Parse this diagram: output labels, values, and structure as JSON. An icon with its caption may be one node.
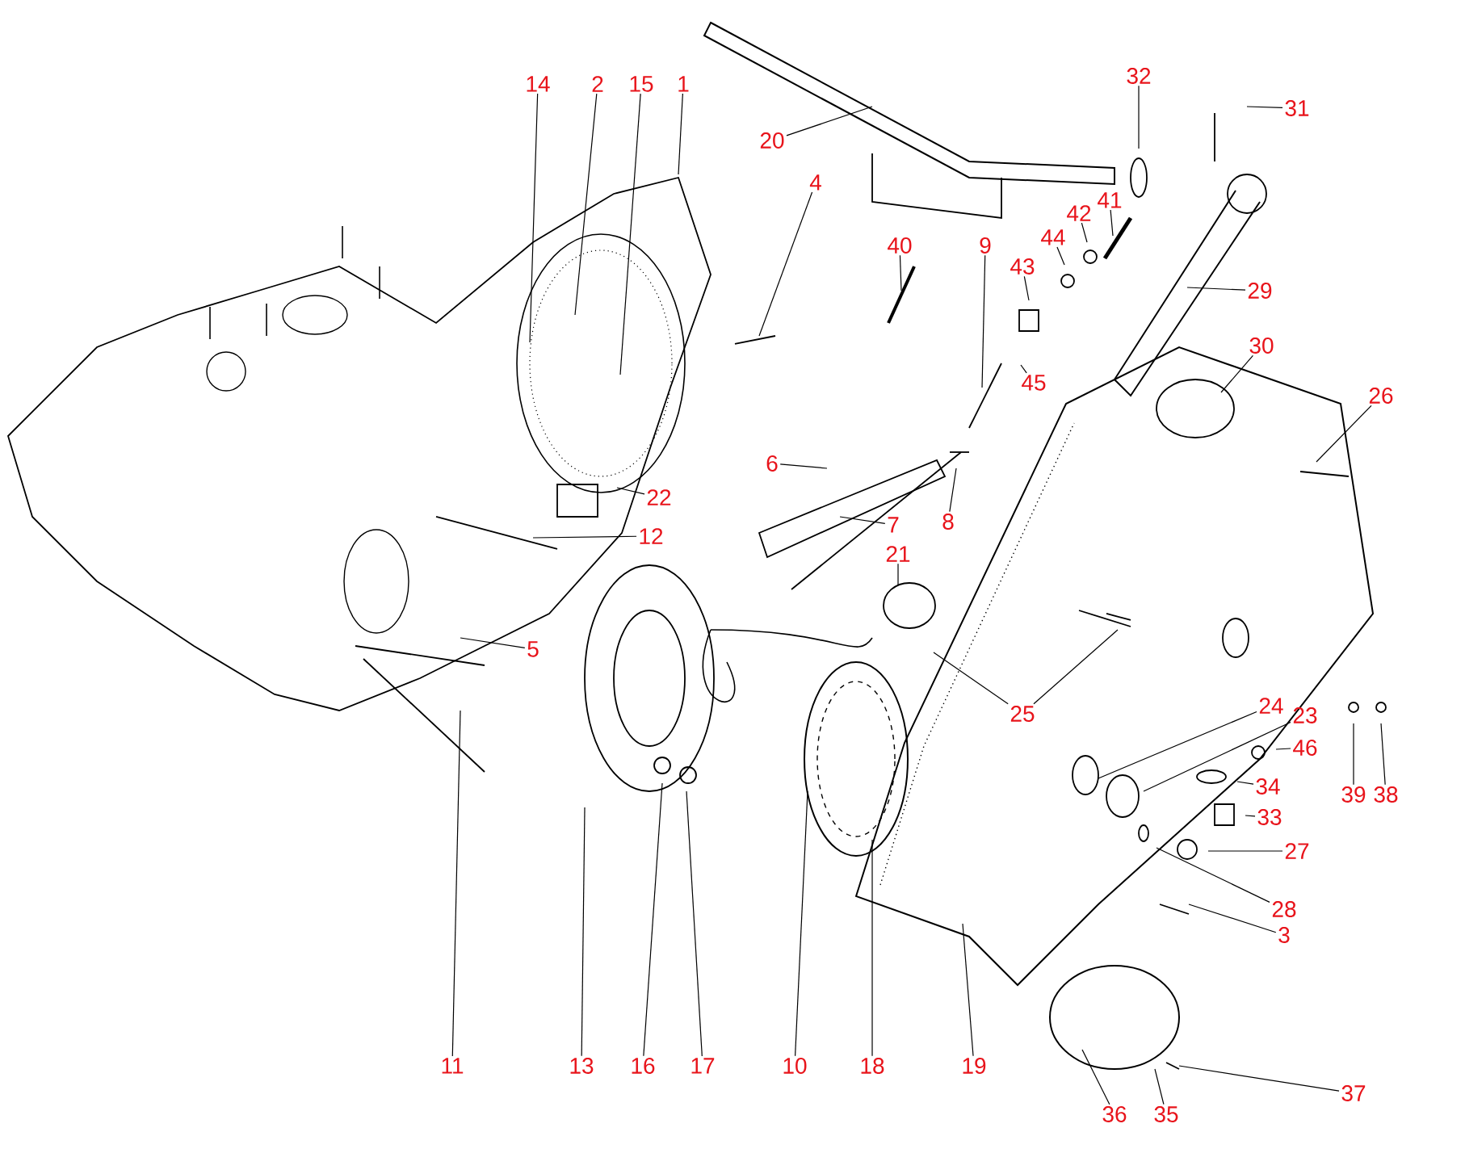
{
  "diagram": {
    "nodes": [
      {
        "text": [
          "32"
        ]
      },
      {
        "text": [
          "14"
        ]
      },
      {
        "text": [
          "2"
        ]
      },
      {
        "text": [
          "15"
        ]
      },
      {
        "text": [
          "1"
        ]
      },
      {
        "text": [
          "31"
        ]
      },
      {
        "text": [
          "20"
        ]
      },
      {
        "text": [
          "4"
        ]
      },
      {
        "text": [
          "41"
        ]
      },
      {
        "text": [
          "42"
        ]
      },
      {
        "text": [
          "44"
        ]
      },
      {
        "text": [
          "40"
        ]
      },
      {
        "text": [
          "9"
        ]
      },
      {
        "text": [
          "43"
        ]
      },
      {
        "text": [
          "29"
        ]
      },
      {
        "text": [
          "30"
        ]
      },
      {
        "text": [
          "45"
        ]
      },
      {
        "text": [
          "26"
        ]
      },
      {
        "text": [
          "6"
        ]
      },
      {
        "text": [
          "22"
        ]
      },
      {
        "text": [
          "8"
        ]
      },
      {
        "text": [
          "7"
        ]
      },
      {
        "text": [
          "12"
        ]
      },
      {
        "text": [
          "21"
        ]
      },
      {
        "text": [
          "5"
        ]
      },
      {
        "text": [
          "25"
        ]
      },
      {
        "text": [
          "24"
        ]
      },
      {
        "text": [
          "23"
        ]
      },
      {
        "text": [
          "46"
        ]
      },
      {
        "text": [
          "34"
        ]
      },
      {
        "text": [
          "39"
        ]
      },
      {
        "text": [
          "38"
        ]
      },
      {
        "text": [
          "33"
        ]
      },
      {
        "text": [
          "27"
        ]
      },
      {
        "text": [
          "28"
        ]
      },
      {
        "text": [
          "3"
        ]
      },
      {
        "text": [
          "11"
        ]
      },
      {
        "text": [
          "13"
        ]
      },
      {
        "text": [
          "16"
        ]
      },
      {
        "text": [
          "17"
        ]
      },
      {
        "text": [
          "10"
        ]
      },
      {
        "text": [
          "18"
        ]
      },
      {
        "text": [
          "19"
        ]
      },
      {
        "text": [
          "37"
        ]
      },
      {
        "text": [
          "36"
        ]
      },
      {
        "text": [
          "35"
        ]
      }
    ],
    "edges": [
      {
        "from": 0,
        "to": null,
        "arrow": "none"
      },
      {
        "from": 1,
        "to": null,
        "arrow": "none"
      },
      {
        "from": 2,
        "to": null,
        "arrow": "none"
      },
      {
        "from": 3,
        "to": null,
        "arrow": "none"
      },
      {
        "from": 4,
        "to": null,
        "arrow": "none"
      },
      {
        "from": 5,
        "to": null,
        "arrow": "none"
      },
      {
        "from": 6,
        "to": null,
        "arrow": "none"
      },
      {
        "from": 7,
        "to": null,
        "arrow": "none"
      },
      {
        "from": 8,
        "to": null,
        "arrow": "none"
      },
      {
        "from": 9,
        "to": null,
        "arrow": "none"
      },
      {
        "from": 10,
        "to": null,
        "arrow": "none"
      },
      {
        "from": 11,
        "to": null,
        "arrow": "none"
      },
      {
        "from": 12,
        "to": null,
        "arrow": "none"
      },
      {
        "from": 13,
        "to": null,
        "arrow": "none"
      },
      {
        "from": 14,
        "to": null,
        "arrow": "none"
      },
      {
        "from": 15,
        "to": null,
        "arrow": "none"
      },
      {
        "from": 16,
        "to": null,
        "arrow": "none"
      },
      {
        "from": 17,
        "to": null,
        "arrow": "none"
      },
      {
        "from": 18,
        "to": null,
        "arrow": "none"
      },
      {
        "from": 19,
        "to": null,
        "arrow": "none"
      },
      {
        "from": 20,
        "to": null,
        "arrow": "none"
      },
      {
        "from": 21,
        "to": null,
        "arrow": "none"
      },
      {
        "from": 22,
        "to": null,
        "arrow": "none"
      },
      {
        "from": 23,
        "to": null,
        "arrow": "none"
      },
      {
        "from": 24,
        "to": null,
        "arrow": "none"
      },
      {
        "from": 25,
        "to": null,
        "arrow": "none"
      },
      {
        "from": 25,
        "to": null,
        "arrow": "none"
      },
      {
        "from": 26,
        "to": null,
        "arrow": "none"
      },
      {
        "from": 27,
        "to": null,
        "arrow": "none"
      },
      {
        "from": 28,
        "to": null,
        "arrow": "none"
      },
      {
        "from": 29,
        "to": null,
        "arrow": "none"
      },
      {
        "from": 30,
        "to": null,
        "arrow": "none"
      },
      {
        "from": 31,
        "to": null,
        "arrow": "none"
      },
      {
        "from": 32,
        "to": null,
        "arrow": "none"
      },
      {
        "from": 33,
        "to": null,
        "arrow": "none"
      },
      {
        "from": 34,
        "to": null,
        "arrow": "none"
      },
      {
        "from": 35,
        "to": null,
        "arrow": "none"
      },
      {
        "from": 36,
        "to": null,
        "arrow": "none"
      },
      {
        "from": 37,
        "to": null,
        "arrow": "none"
      },
      {
        "from": 38,
        "to": null,
        "arrow": "none"
      },
      {
        "from": 39,
        "to": null,
        "arrow": "none"
      },
      {
        "from": 40,
        "to": null,
        "arrow": "none"
      },
      {
        "from": 41,
        "to": null,
        "arrow": "none"
      },
      {
        "from": 42,
        "to": null,
        "arrow": "none"
      },
      {
        "from": 43,
        "to": null,
        "arrow": "none"
      },
      {
        "from": 44,
        "to": null,
        "arrow": "none"
      },
      {
        "from": 45,
        "to": null,
        "arrow": "none"
      }
    ]
  }
}
